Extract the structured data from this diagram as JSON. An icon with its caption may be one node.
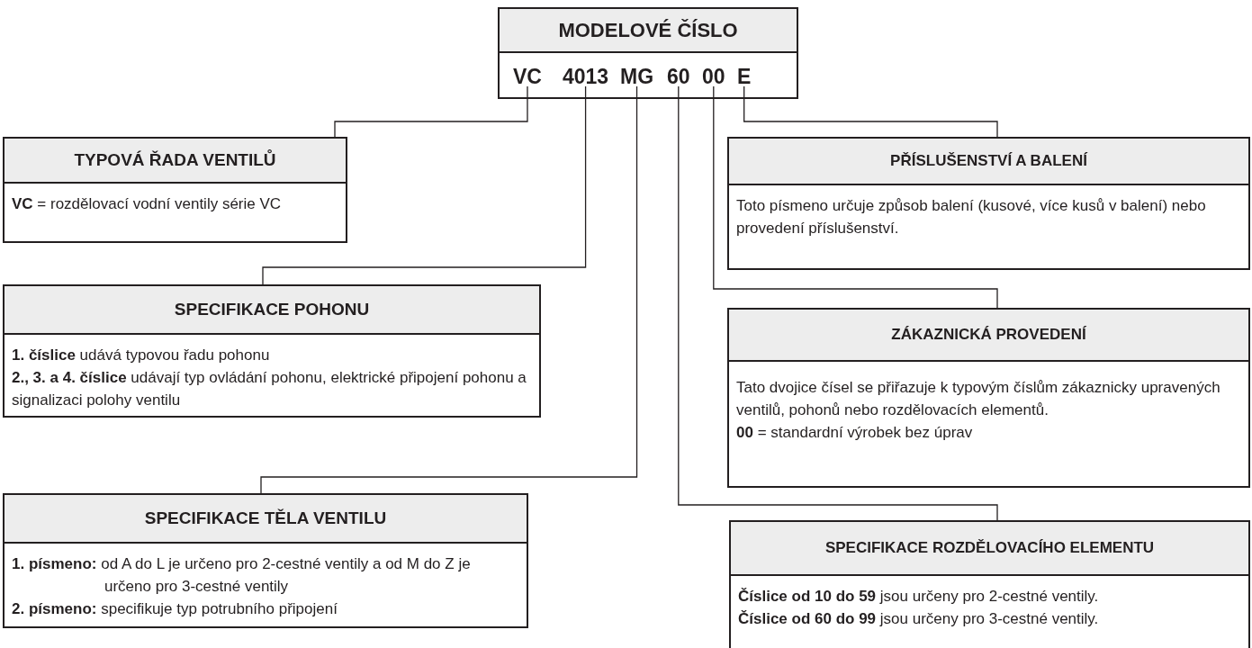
{
  "diagram": {
    "nodes": [
      {
        "text": [
          "MODELOVÉ ČÍSLO"
        ]
      },
      {
        "text": [
          "VC"
        ],
        "in": 0
      },
      {
        "text": [
          "4013"
        ],
        "in": 0
      },
      {
        "text": [
          "MG"
        ],
        "in": 0
      },
      {
        "text": [
          "60"
        ],
        "in": 0
      },
      {
        "text": [
          "00"
        ],
        "in": 0
      },
      {
        "text": [
          "E"
        ],
        "in": 0
      },
      {
        "text": [
          "TYPOVÁ ŘADA VENTILŮ",
          "**VC** = rozdělovací vodní ventily série VC"
        ]
      },
      {
        "text": [
          "PŘÍSLUŠENSTVÍ A BALENÍ",
          "Toto písmeno určuje způsob balení (kusové, více kusů v balení) nebo provedení příslušenství."
        ]
      },
      {
        "text": [
          "SPECIFIKACE POHONU",
          "**1. číslice** udává typovou řadu pohonu",
          "**2., 3. a 4. číslice** udávají typ ovládání pohonu, elektrické připojení pohonu a signalizaci polohy ventilu"
        ]
      },
      {
        "text": [
          "ZÁKAZNICKÁ PROVEDENÍ",
          "Tato dvojice čísel se přiřazuje k typovým číslům zákaznicky upravených ventilů, pohonů nebo rozdělovacích elementů.",
          "**00** = standardní výrobek bez úprav"
        ]
      },
      {
        "text": [
          "SPECIFIKACE TĚLA VENTILU",
          "**1. písmeno:** od A do L je určeno pro 2-cestné ventily a od M do Z je určeno pro 3-cestné ventily",
          "**2. písmeno:** specifikuje typ potrubního připojení"
        ]
      },
      {
        "text": [
          "SPECIFIKACE ROZDĚLOVACÍHO ELEMENTU",
          "**Číslice od 10 do 59** jsou určeny pro 2-cestné ventily.",
          "**Číslice od 60 do 99** jsou určeny pro 3-cestné ventily."
        ]
      }
    ],
    "edges": [
      {
        "from": 1,
        "to": 7,
        "arrow": "none"
      },
      {
        "from": 2,
        "to": 9,
        "arrow": "none"
      },
      {
        "from": 3,
        "to": 11,
        "arrow": "none"
      },
      {
        "from": 4,
        "to": 12,
        "arrow": "none"
      },
      {
        "from": 5,
        "to": 10,
        "arrow": "none"
      },
      {
        "from": 6,
        "to": 8,
        "arrow": "none"
      }
    ]
  }
}
